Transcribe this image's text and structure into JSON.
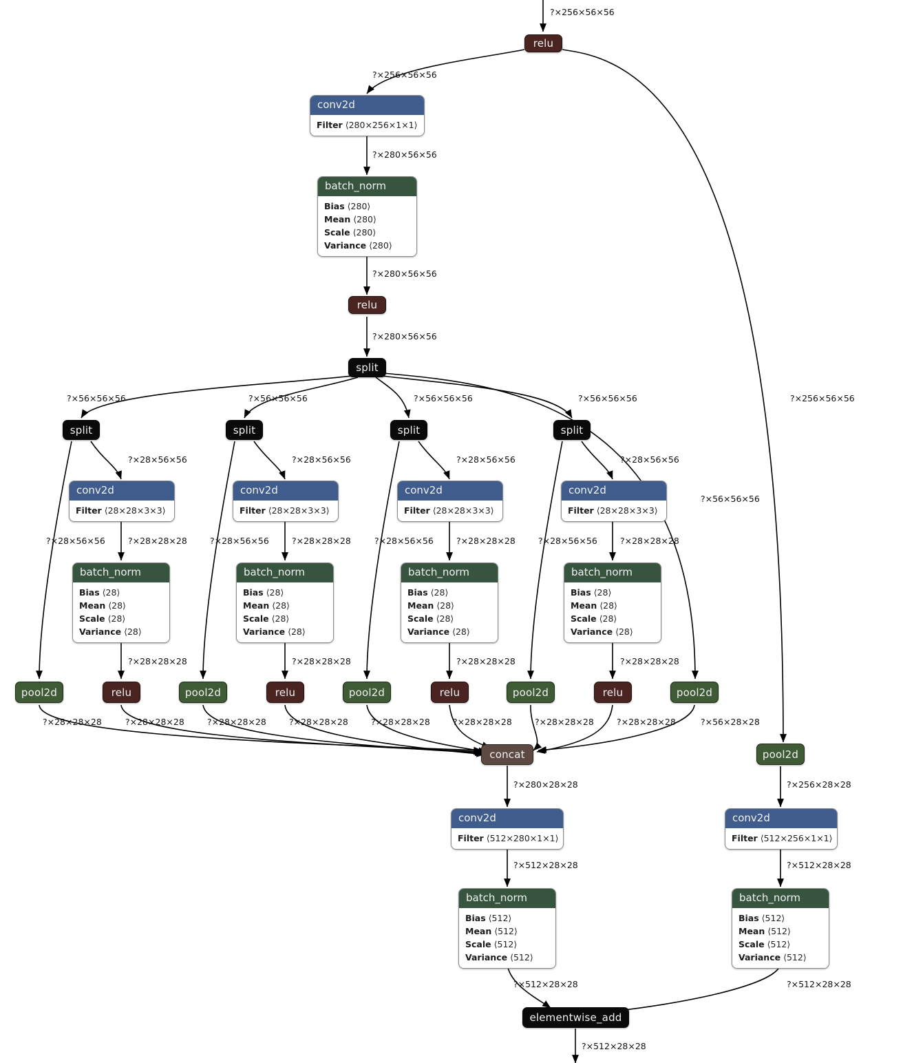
{
  "diagram": {
    "title": "Neural network computation graph (ResNeXt-style block)",
    "colors": {
      "conv_header": "#3f5c8c",
      "batchnorm_header": "#36543e",
      "relu": "#4a2420",
      "pool2d": "#3e5b36",
      "split": "#0a0a0a",
      "concat": "#5c4a42",
      "elementwise_add": "#0a0a0a",
      "edge": "#000000",
      "background": "#ffffff"
    }
  },
  "nodes": {
    "relu_top": {
      "label": "relu"
    },
    "conv_top": {
      "label": "conv2d",
      "params": [
        {
          "name": "Filter",
          "value": "⟨280×256×1×1⟩"
        }
      ]
    },
    "bn_top": {
      "label": "batch_norm",
      "params": [
        {
          "name": "Bias",
          "value": "⟨280⟩"
        },
        {
          "name": "Mean",
          "value": "⟨280⟩"
        },
        {
          "name": "Scale",
          "value": "⟨280⟩"
        },
        {
          "name": "Variance",
          "value": "⟨280⟩"
        }
      ]
    },
    "relu_mid": {
      "label": "relu"
    },
    "split_main": {
      "label": "split"
    },
    "split_branch": {
      "label": "split"
    },
    "conv_branch": {
      "label": "conv2d",
      "params": [
        {
          "name": "Filter",
          "value": "⟨28×28×3×3⟩"
        }
      ]
    },
    "bn_branch": {
      "label": "batch_norm",
      "params": [
        {
          "name": "Bias",
          "value": "⟨28⟩"
        },
        {
          "name": "Mean",
          "value": "⟨28⟩"
        },
        {
          "name": "Scale",
          "value": "⟨28⟩"
        },
        {
          "name": "Variance",
          "value": "⟨28⟩"
        }
      ]
    },
    "pool2d": {
      "label": "pool2d"
    },
    "relu_branch": {
      "label": "relu"
    },
    "concat": {
      "label": "concat"
    },
    "conv_left_bottom": {
      "label": "conv2d",
      "params": [
        {
          "name": "Filter",
          "value": "⟨512×280×1×1⟩"
        }
      ]
    },
    "conv_right_bottom": {
      "label": "conv2d",
      "params": [
        {
          "name": "Filter",
          "value": "⟨512×256×1×1⟩"
        }
      ]
    },
    "bn_bottom": {
      "label": "batch_norm",
      "params": [
        {
          "name": "Bias",
          "value": "⟨512⟩"
        },
        {
          "name": "Mean",
          "value": "⟨512⟩"
        },
        {
          "name": "Scale",
          "value": "⟨512⟩"
        },
        {
          "name": "Variance",
          "value": "⟨512⟩"
        }
      ]
    },
    "elementwise_add": {
      "label": "elementwise_add"
    }
  },
  "edge_labels": {
    "in_top": "?×256×56×56",
    "relu_to_conv": "?×256×56×56",
    "conv_to_bn": "?×280×56×56",
    "bn_to_relu": "?×280×56×56",
    "relu_to_split": "?×280×56×56",
    "split_to_split": "?×56×56×56",
    "split_to_conv": "?×28×56×56",
    "split_to_pool": "?×28×56×56",
    "conv_to_bn_branch": "?×28×28×28",
    "bn_to_relu_branch": "?×28×28×28",
    "to_concat_28": "?×28×28×28",
    "to_concat_56": "?×56×28×28",
    "split_skip": "?×56×56×56",
    "shortcut_256": "?×256×56×56",
    "concat_to_conv": "?×280×28×28",
    "pool_to_conv_right": "?×256×28×28",
    "conv_to_bn_bottom": "?×512×28×28",
    "bn_to_add_left": "?×512×28×28",
    "bn_to_add_right": "?×512×28×28",
    "add_out": "?×512×28×28"
  }
}
